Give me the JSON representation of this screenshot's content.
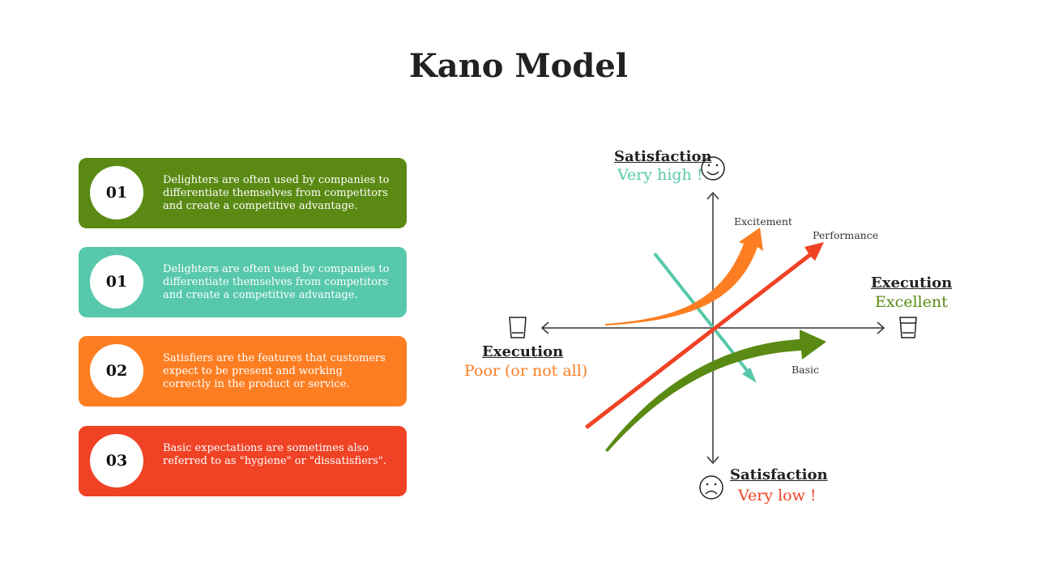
{
  "title": "Kano Model",
  "cards": [
    {
      "number": "01",
      "text": "Delighters are often used by companies to differentiate themselves from competitors and create a competitive advantage.",
      "color": "#5a8a13"
    },
    {
      "number": "01",
      "text": "Delighters are often used by companies to differentiate themselves from competitors and create a competitive advantage.",
      "color": "#57c8ab"
    },
    {
      "number": "02",
      "text": "Satisfiers are the features that customers expect to be present and working correctly in the product or service.",
      "color": "#fd7e22"
    },
    {
      "number": "03",
      "text": "Basic expectations are sometimes also referred to as \"hygiene\" or \"dissatisfiers\".",
      "color": "#f04225"
    }
  ],
  "diagram": {
    "top": {
      "title": "Satisfaction",
      "sub": "Very high !",
      "color": "#57c8ab",
      "icon": "smiley-icon"
    },
    "bottom": {
      "title": "Satisfaction",
      "sub": "Very low !",
      "color": "#f04225",
      "icon": "frown-icon"
    },
    "left": {
      "title": "Execution",
      "sub": "Poor (or not all)",
      "color": "#fd7e22",
      "icon": "empty-glass-icon"
    },
    "right": {
      "title": "Execution",
      "sub": "Excellent",
      "color": "#5a8a13",
      "icon": "full-glass-icon"
    },
    "curves": {
      "excitement": "Excitement",
      "performance": "Performance",
      "basic": "Basic"
    }
  }
}
